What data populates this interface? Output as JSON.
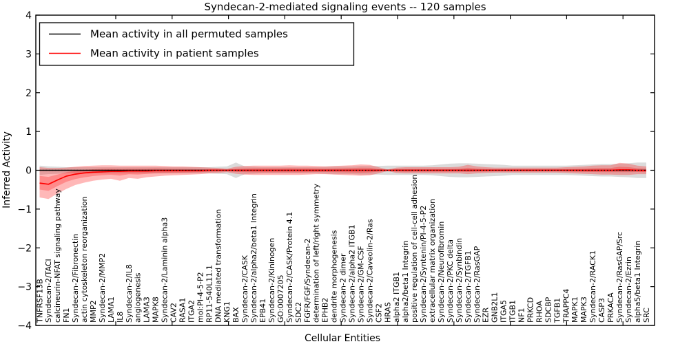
{
  "title": "Syndecan-2-mediated signaling events -- 120 samples",
  "axes": {
    "ylabel": "Inferred Activity",
    "xlabel": "Cellular Entities",
    "ytick_labels": [
      "4",
      "3",
      "2",
      "1",
      "0",
      "−1",
      "−2",
      "−3",
      "−4"
    ],
    "ytick_values": [
      4,
      3,
      2,
      1,
      0,
      -1,
      -2,
      -3,
      -4
    ]
  },
  "legend": {
    "entries": [
      {
        "label": "Mean activity in all permuted samples",
        "color": "#000000"
      },
      {
        "label": "Mean activity in patient samples",
        "color": "#ff0000"
      }
    ]
  },
  "colors": {
    "patient_line": "#ff0000",
    "permuted_line": "#000000",
    "patient_band": "#ff0000",
    "permuted_band": "#bebebe",
    "frame": "#000000",
    "background": "#ffffff"
  },
  "chart_data": {
    "type": "line",
    "title": "Syndecan-2-mediated signaling events -- 120 samples",
    "xlabel": "Cellular Entities",
    "ylabel": "Inferred Activity",
    "ylim": [
      -4,
      4
    ],
    "grid": false,
    "legend_position": "upper left",
    "categories": [
      "TNFRSF13B",
      "Syndecan-2/TACI",
      "calcineurin-NFAT signaling pathway",
      "FN1",
      "Syndecan-2/Fibronectin",
      "actin cytoskeleton reorganization",
      "MMP2",
      "Syndecan-2/MMP2",
      "LAMA1",
      "IL8",
      "Syndecan-2/IL8",
      "angiogenesis",
      "LAMA3",
      "MAPK8",
      "Syndecan-2/Laminin alpha3",
      "CAV2",
      "RASA1",
      "ITGA2",
      "mol:PI-4-5-P2",
      "RP11-540L11.1",
      "DNA mediated transformation",
      "KNG1",
      "BAX",
      "Syndecan-2/CASK",
      "Syndecan-2/alpha2/beta1 Integrin",
      "EPB41",
      "Syndecan-2/Kininogen",
      "GO:0007205",
      "Syndecan-2/CASK/Protein 4.1",
      "SDC2",
      "FGFR/FGF/Syndecan-2",
      "determination of left/right symmetry",
      "EPHB2",
      "dendrite morphogenesis",
      "Syndecan-2 dimer",
      "Syndecan-2/alpha2 ITGB1",
      "Syndecan-2/GM-CSF",
      "Syndecan-2/Caveolin-2/Ras",
      "CSF2",
      "HRAS",
      "alpha2 ITGB1",
      "alpha2/beta1 Integrin",
      "positive regulation of cell-cell adhesion",
      "Syndecan-2/Syntenin/PI-4-5-P2",
      "extracellular matrix organization",
      "Syndecan-2/Neurofibromin",
      "Syndecan-2/PKC delta",
      "Syndecan-2/Synbindin",
      "Syndecan-2/TGFB1",
      "Syndecan-2/RasGAP",
      "EZR",
      "GNB2L1",
      "ITGA5",
      "ITGB1",
      "NF1",
      "PRKCD",
      "RHOA",
      "SDCBP",
      "TGFB1",
      "TRAPPC4",
      "MAPK1",
      "MAPK3",
      "Syndecan-2/RACK1",
      "CASP3",
      "PRKACA",
      "Syndecan-2/RasGAP/Src",
      "Syndecan-2/Ezrin",
      "alpha5/beta1 Integrin",
      "SRC"
    ],
    "series": [
      {
        "name": "Mean activity in all permuted samples",
        "color": "#000000",
        "constant": 0
      },
      {
        "name": "Mean activity in patient samples",
        "color": "#ff0000",
        "values": [
          -0.33,
          -0.36,
          -0.25,
          -0.15,
          -0.1,
          -0.07,
          -0.05,
          -0.04,
          -0.03,
          -0.03,
          -0.02,
          -0.02,
          -0.02,
          -0.01,
          -0.01,
          -0.01,
          -0.01,
          -0.01,
          -0.01,
          0,
          0,
          0,
          0,
          0,
          0,
          0,
          0,
          0,
          0,
          0,
          0,
          0,
          0,
          0,
          0,
          0,
          0,
          0,
          0,
          0,
          0,
          0,
          0,
          0,
          0,
          0,
          0,
          0,
          0,
          0,
          0,
          0,
          0,
          0,
          0,
          0,
          0,
          0,
          0,
          0,
          0,
          0,
          0,
          0,
          0,
          0.01,
          0.01,
          0,
          -0.01
        ]
      },
      {
        "name": "Patient band upper",
        "values": [
          0.08,
          0.06,
          0.06,
          0.07,
          0.09,
          0.11,
          0.12,
          0.13,
          0.13,
          0.12,
          0.12,
          0.12,
          0.12,
          0.12,
          0.11,
          0.1,
          0.1,
          0.09,
          0.08,
          0.07,
          0.06,
          0.04,
          0.09,
          0.11,
          0.12,
          0.12,
          0.12,
          0.12,
          0.13,
          0.12,
          0.12,
          0.11,
          0.1,
          0.11,
          0.12,
          0.13,
          0.15,
          0.14,
          0.08,
          0.02,
          0.07,
          0.08,
          0.08,
          0.08,
          0.08,
          0.08,
          0.08,
          0.09,
          0.14,
          0.1,
          0.08,
          0.07,
          0.07,
          0.07,
          0.07,
          0.07,
          0.07,
          0.07,
          0.07,
          0.08,
          0.09,
          0.1,
          0.12,
          0.13,
          0.13,
          0.19,
          0.17,
          0.12,
          0.1
        ]
      },
      {
        "name": "Patient band lower",
        "values": [
          -0.7,
          -0.74,
          -0.6,
          -0.48,
          -0.38,
          -0.32,
          -0.27,
          -0.24,
          -0.22,
          -0.27,
          -0.2,
          -0.22,
          -0.18,
          -0.16,
          -0.14,
          -0.13,
          -0.12,
          -0.11,
          -0.1,
          -0.08,
          -0.07,
          -0.05,
          -0.09,
          -0.11,
          -0.12,
          -0.12,
          -0.12,
          -0.12,
          -0.12,
          -0.12,
          -0.11,
          -0.1,
          -0.1,
          -0.11,
          -0.12,
          -0.13,
          -0.14,
          -0.13,
          -0.08,
          -0.02,
          -0.07,
          -0.08,
          -0.08,
          -0.08,
          -0.08,
          -0.08,
          -0.08,
          -0.08,
          -0.1,
          -0.08,
          -0.07,
          -0.06,
          -0.06,
          -0.06,
          -0.06,
          -0.06,
          -0.06,
          -0.06,
          -0.06,
          -0.07,
          -0.08,
          -0.09,
          -0.1,
          -0.11,
          -0.11,
          -0.12,
          -0.12,
          -0.1,
          -0.1
        ]
      },
      {
        "name": "Permuted band half width",
        "values": [
          0.12,
          0.1,
          0.09,
          0.08,
          0.08,
          0.08,
          0.08,
          0.08,
          0.08,
          0.08,
          0.08,
          0.08,
          0.08,
          0.08,
          0.08,
          0.08,
          0.08,
          0.08,
          0.08,
          0.08,
          0.09,
          0.1,
          0.2,
          0.1,
          0.09,
          0.08,
          0.08,
          0.08,
          0.08,
          0.08,
          0.08,
          0.08,
          0.09,
          0.1,
          0.1,
          0.1,
          0.11,
          0.11,
          0.11,
          0.12,
          0.12,
          0.12,
          0.12,
          0.12,
          0.13,
          0.15,
          0.17,
          0.18,
          0.18,
          0.17,
          0.16,
          0.15,
          0.14,
          0.12,
          0.12,
          0.12,
          0.12,
          0.12,
          0.12,
          0.12,
          0.13,
          0.14,
          0.15,
          0.16,
          0.16,
          0.17,
          0.18,
          0.2,
          0.2
        ]
      }
    ]
  }
}
